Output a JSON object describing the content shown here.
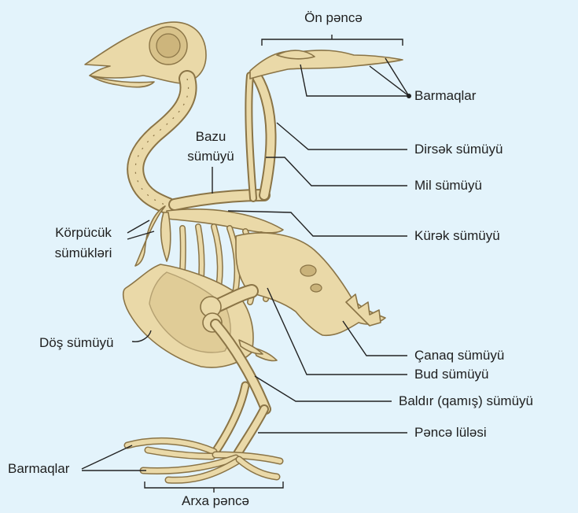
{
  "colors": {
    "background": "#e3f3fb",
    "bone": "#ead9a8",
    "bone_shade": "#c9b27a",
    "bone_outline": "#8a7446",
    "leader_line": "#222222"
  },
  "labels": {
    "front_limb": "Ön pəncə",
    "fingers_front": "Barmaqlar",
    "elbow_bone": "Dirsək sümüyü",
    "humerus_line1": "Bazu",
    "humerus_line2": "sümüyü",
    "radius": "Mil sümüyü",
    "scapula": "Kürək sümüyü",
    "clavicle_line1": "Körpücük",
    "clavicle_line2": "sümükləri",
    "sternum": "Döş sümüyü",
    "pelvis": "Çanaq sümüyü",
    "femur": "Bud sümüyü",
    "tibia": "Baldır (qamış) sümüyü",
    "tarsus": "Pəncə lüləsi",
    "fingers_hind": "Barmaqlar",
    "hind_limb": "Arxa pəncə"
  },
  "icons": {
    "skeleton": "bird-skeleton-illustration"
  }
}
